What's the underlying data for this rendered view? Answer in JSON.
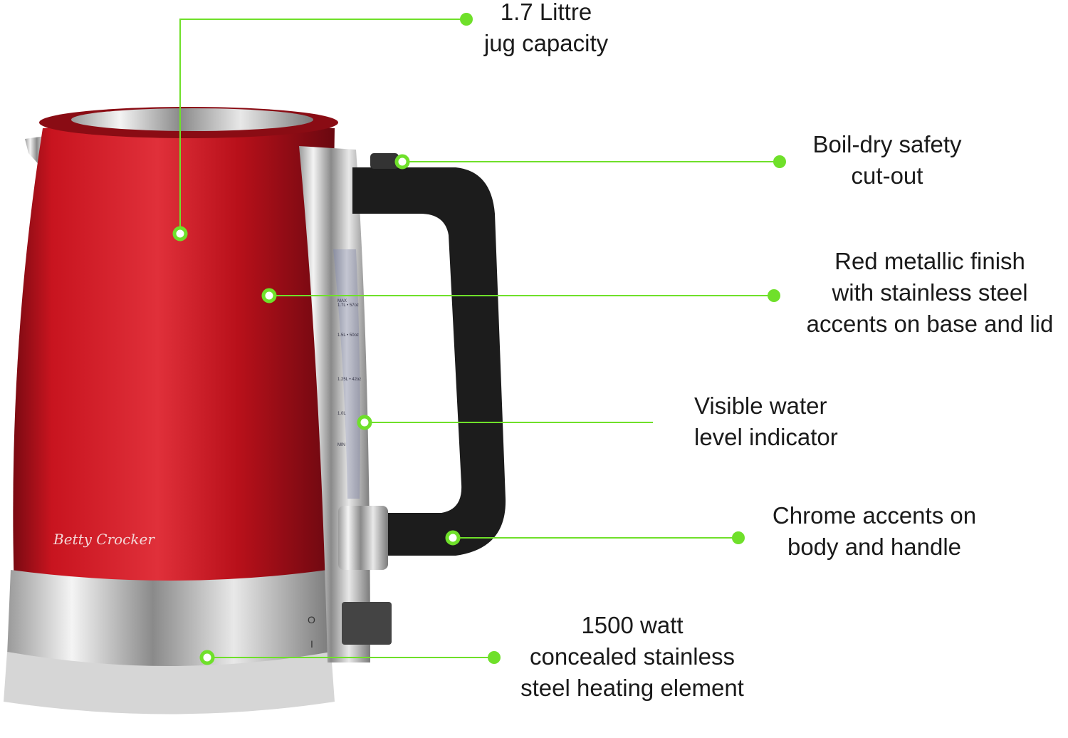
{
  "brand": "Betty Crocker",
  "water_window_marks": [
    "MAX",
    "1.7L • 57oz",
    "1.5L • 50oz",
    "1.25L • 42oz",
    "1.0L",
    "MIN"
  ],
  "switch_marks": [
    "O",
    "I"
  ],
  "callouts": [
    {
      "id": "capacity",
      "lines": [
        "1.7 Littre",
        "jug capacity"
      ]
    },
    {
      "id": "boil-dry",
      "lines": [
        "Boil-dry safety",
        "cut-out"
      ]
    },
    {
      "id": "finish",
      "lines": [
        "Red metallic finish",
        "with stainless steel",
        "accents on base and lid"
      ]
    },
    {
      "id": "water-level",
      "lines": [
        "Visible water",
        "level indicator"
      ]
    },
    {
      "id": "chrome",
      "lines": [
        "Chrome accents on",
        "body and handle"
      ]
    },
    {
      "id": "element",
      "lines": [
        "1500 watt",
        "concealed stainless",
        "steel heating element"
      ]
    }
  ],
  "colors": {
    "accent": "#6fe02a",
    "body": "#c0101c",
    "handle": "#1c1c1c"
  }
}
